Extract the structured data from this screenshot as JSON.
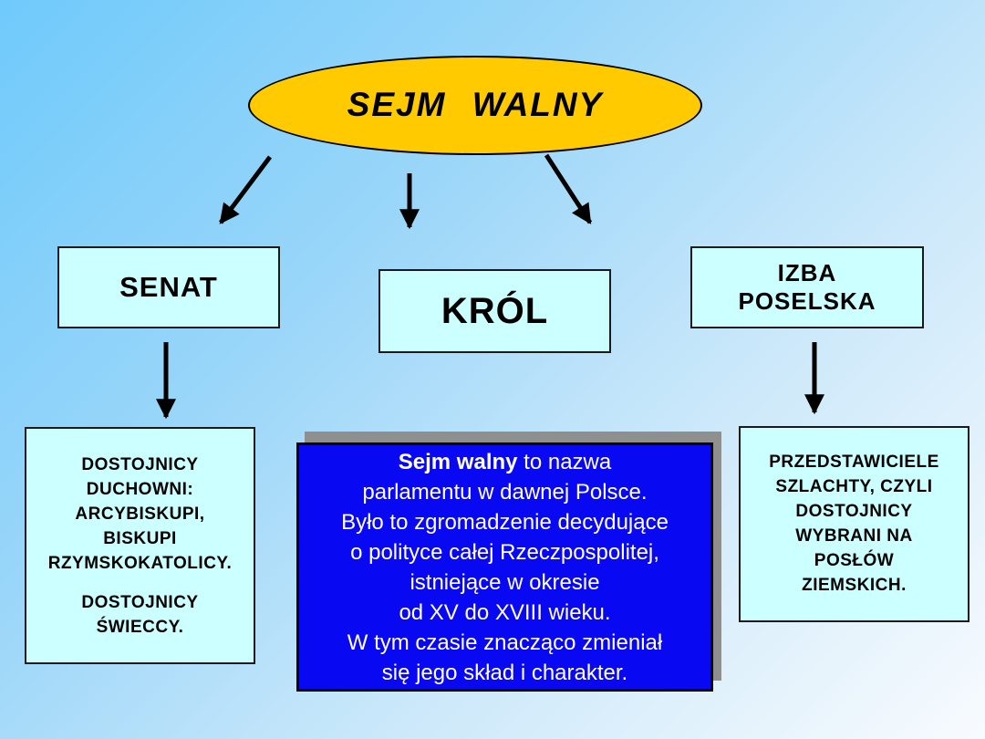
{
  "slide": {
    "title": "SEJM WALNY",
    "nodes": {
      "senat": {
        "label": "SENAT"
      },
      "krol": {
        "label": "KRÓL"
      },
      "izba": {
        "lines": [
          "IZBA",
          "POSELSKA"
        ]
      }
    },
    "details": {
      "senat": {
        "para1": [
          "DOSTOJNICY",
          "DUCHOWNI:",
          "ARCYBISKUPI,",
          "BISKUPI",
          "RZYMSKOKATOLICY."
        ],
        "para2": [
          "DOSTOJNICY",
          "ŚWIECCY."
        ]
      },
      "izba": {
        "lines": [
          "PRZEDSTAWICIELE",
          "SZLACHTY, CZYLI",
          "DOSTOJNICY",
          "WYBRANI NA",
          "POSŁÓW",
          "ZIEMSKICH."
        ]
      }
    },
    "description": {
      "bold_lead": "Sejm walny",
      "lines": [
        " to nazwa",
        "parlamentu w dawnej Polsce.",
        "Było to zgromadzenie decydujące",
        "o polityce całej Rzeczpospolitej,",
        "istniejące w okresie",
        "od XV do XVIII wieku.",
        "W tym czasie znacząco zmieniał",
        "się jego skład i charakter."
      ]
    }
  },
  "colors": {
    "background_top_left": "#6FCAFB",
    "background_bottom_right": "#F8FBFE",
    "ellipse_fill": "#FFCB00",
    "node_fill": "#CCFFFF",
    "description_fill": "#0808F2",
    "description_text": "#FFFFFF",
    "description_shadow": "#8F8F8F",
    "outline": "#000000",
    "arrow": "#000000"
  },
  "icons": {
    "arrow_to_senat": "arrow-down-left-icon",
    "arrow_to_krol": "arrow-down-icon",
    "arrow_to_izba": "arrow-down-right-icon",
    "arrow_senat_to_detail": "arrow-down-icon",
    "arrow_izba_to_detail": "arrow-down-icon"
  }
}
